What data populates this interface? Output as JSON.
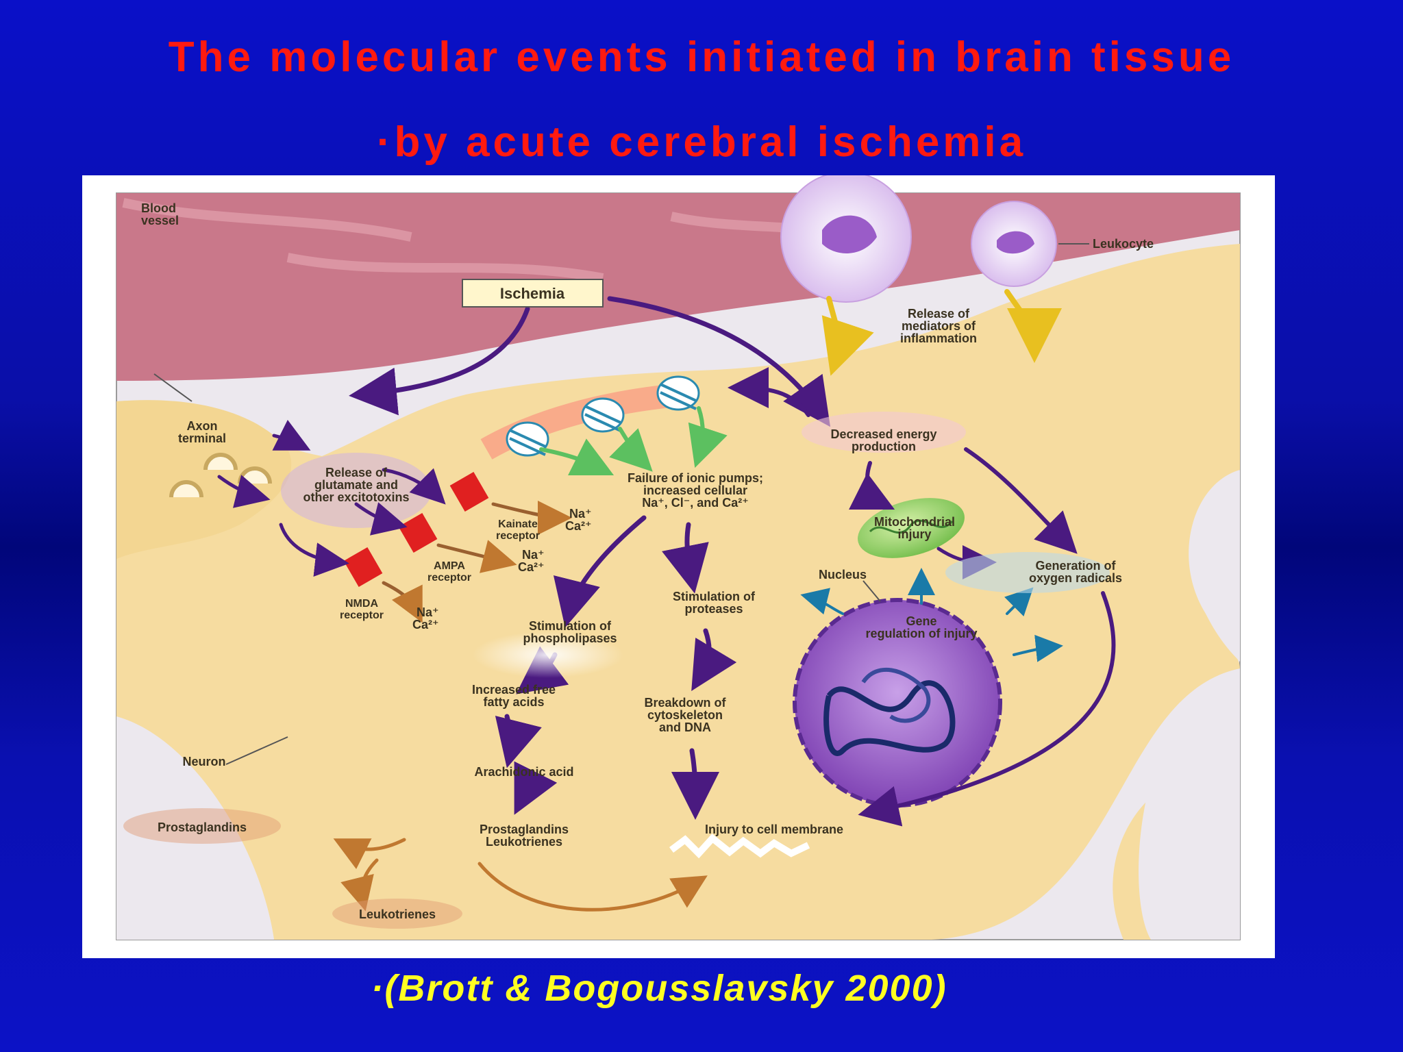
{
  "title": {
    "line1": "The molecular events initiated in brain tissue",
    "line2": "·by acute cerebral ischemia"
  },
  "citation": "·(Brott & Bogousslavsky 2000)",
  "diagram": {
    "blood_vessel": [
      "Blood",
      "vessel"
    ],
    "ischemia": "Ischemia",
    "leukocyte": "Leukocyte",
    "release_mediators": [
      "Release of",
      "mediators of",
      "inflammation"
    ],
    "axon_terminal": [
      "Axon",
      "terminal"
    ],
    "release_glutamate": [
      "Release of",
      "glutamate and",
      "other excitotoxins"
    ],
    "kainate": [
      "Kainate",
      "receptor"
    ],
    "ampa": [
      "AMPA",
      "receptor"
    ],
    "nmda": [
      "NMDA",
      "receptor"
    ],
    "na": "Na⁺",
    "ca": "Ca²⁺",
    "failure_pumps": [
      "Failure of ionic pumps;",
      "increased cellular",
      "Na⁺, Cl⁻, and Ca²⁺"
    ],
    "decreased_energy": [
      "Decreased energy",
      "production"
    ],
    "mito_injury": [
      "Mitochondrial",
      "injury"
    ],
    "generation_radicals": [
      "Generation of",
      "oxygen radicals"
    ],
    "nucleus": "Nucleus",
    "gene_regulation": [
      "Gene",
      "regulation of injury"
    ],
    "stim_proteases": [
      "Stimulation of",
      "proteases"
    ],
    "stim_phospholipases": [
      "Stimulation of",
      "phospholipases"
    ],
    "free_fatty": [
      "Increased free",
      "fatty acids"
    ],
    "breakdown": [
      "Breakdown of",
      "cytoskeleton",
      "and DNA"
    ],
    "arachidonic": "Arachidonic acid",
    "prostaglandins_leuko": [
      "Prostaglandins",
      "Leukotrienes"
    ],
    "injury_membrane": "Injury to cell membrane",
    "neuron": "Neuron",
    "prostaglandins": "Prostaglandins",
    "leukotrienes": "Leukotrienes",
    "colors": {
      "title": "#ff1a10",
      "citation": "#ffff22",
      "neuron": "#f6dca0",
      "vessel": "#c9788a",
      "arrow_purple": "#4a1a80",
      "arrow_green": "#5cc060",
      "arrow_blue": "#1a7aa8",
      "arrow_orange": "#c07830",
      "receptor": "#e02020",
      "nucleus": "#7a3cb0"
    }
  }
}
